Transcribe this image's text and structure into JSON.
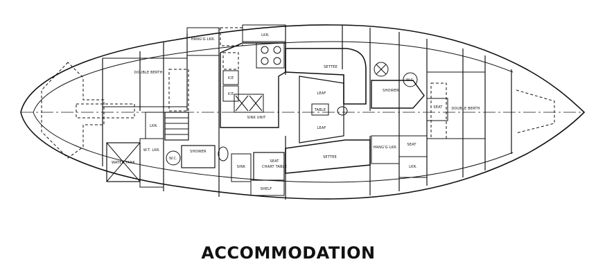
{
  "diagram": {
    "title": "ACCOMMODATION",
    "labels": {
      "double_berth_fwd": "DOUBLE BERTH",
      "double_berth_aft": "DOUBLE BERTH",
      "hanging_locker_1": "HANG'G LKR.",
      "hanging_locker_2": "HANG'G LKR.",
      "locker_top": "LKR.",
      "locker_mid": "LKR.",
      "locker_aft": "LKR.",
      "settee_port": "SETTEE",
      "settee_stbd": "SETTEE",
      "leaf_1": "LEAF",
      "leaf_2": "LEAF",
      "table": "TABLE",
      "shower_1": "SHOWER",
      "shower_2": "SHOWER",
      "wc_1": "W.C.",
      "wc_2": "W.C.",
      "seat_1": "SEAT",
      "seat_2": "SEAT",
      "seat_3": "SEAT",
      "sink": "SINK",
      "sink_unit": "SINK UNIT",
      "water_tank": "WATER TANK",
      "wt_locker": "W.T. LKR.",
      "chart_table": "CHART TABLE",
      "shelf": "SHELF",
      "ice_1": "ICE",
      "ice_2": "ICE"
    }
  }
}
